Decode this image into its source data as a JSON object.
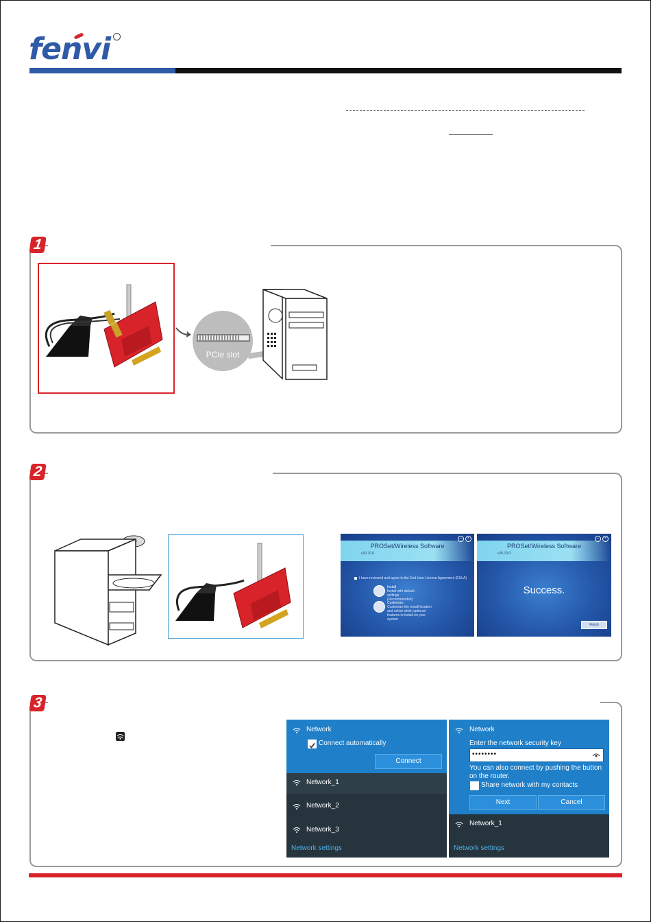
{
  "brand": {
    "logo_text": "fenvi",
    "primary_color": "#2f5aa6",
    "accent_color": "#d9232a"
  },
  "step1": {
    "number": "1",
    "slot_label": "PCIe slot"
  },
  "step2": {
    "number": "2",
    "screen1": {
      "title": "PROSet/Wireless Software",
      "version": "v20.70.0",
      "eula": "I have reviewed and agree to the End User License Agreement (EULA)",
      "install_label": "Install",
      "install_desc": "Install with default settings (Recommended)",
      "customize_label": "Customize",
      "customize_desc": "Customize the install location and select which optional features to install on your system"
    },
    "screen2": {
      "title": "PROSet/Wireless Software",
      "version": "v20.70.0",
      "message": "Success.",
      "finish_label": "Finish"
    }
  },
  "step3": {
    "number": "3",
    "panel1": {
      "header": "Network",
      "connect_auto": "Connect automatically",
      "connect_button": "Connect",
      "networks": [
        "Network_1",
        "Network_2",
        "Network_3"
      ],
      "settings_link": "Network settings"
    },
    "panel2": {
      "header": "Network",
      "prompt": "Enter the network security key",
      "password_mask": "••••••••",
      "router_note": "You can also connect by pushing the button on the router.",
      "share_label": "Share network with my contacts",
      "next_button": "Next",
      "cancel_button": "Cancel",
      "network": "Network_1",
      "settings_link": "Network settings"
    }
  }
}
